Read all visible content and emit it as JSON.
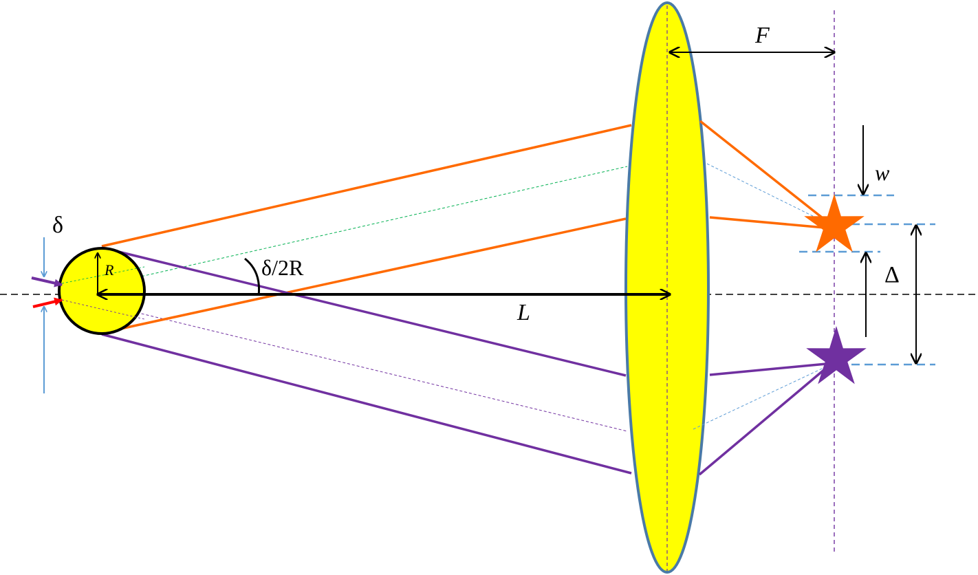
{
  "labels": {
    "delta": "δ",
    "radius": "R",
    "angle": "δ/2R",
    "distance": "L",
    "focal": "F",
    "width": "w",
    "separation": "Δ"
  },
  "colors": {
    "sphere_fill": "#ffff00",
    "lens_fill": "#ffff00",
    "lens_edge": "#4a7aa7",
    "orange": "#ff6a00",
    "purple": "#7030a0",
    "light_blue": "#5b9bd5",
    "red": "#ff0000",
    "green": "#00b050",
    "black": "#000000"
  }
}
